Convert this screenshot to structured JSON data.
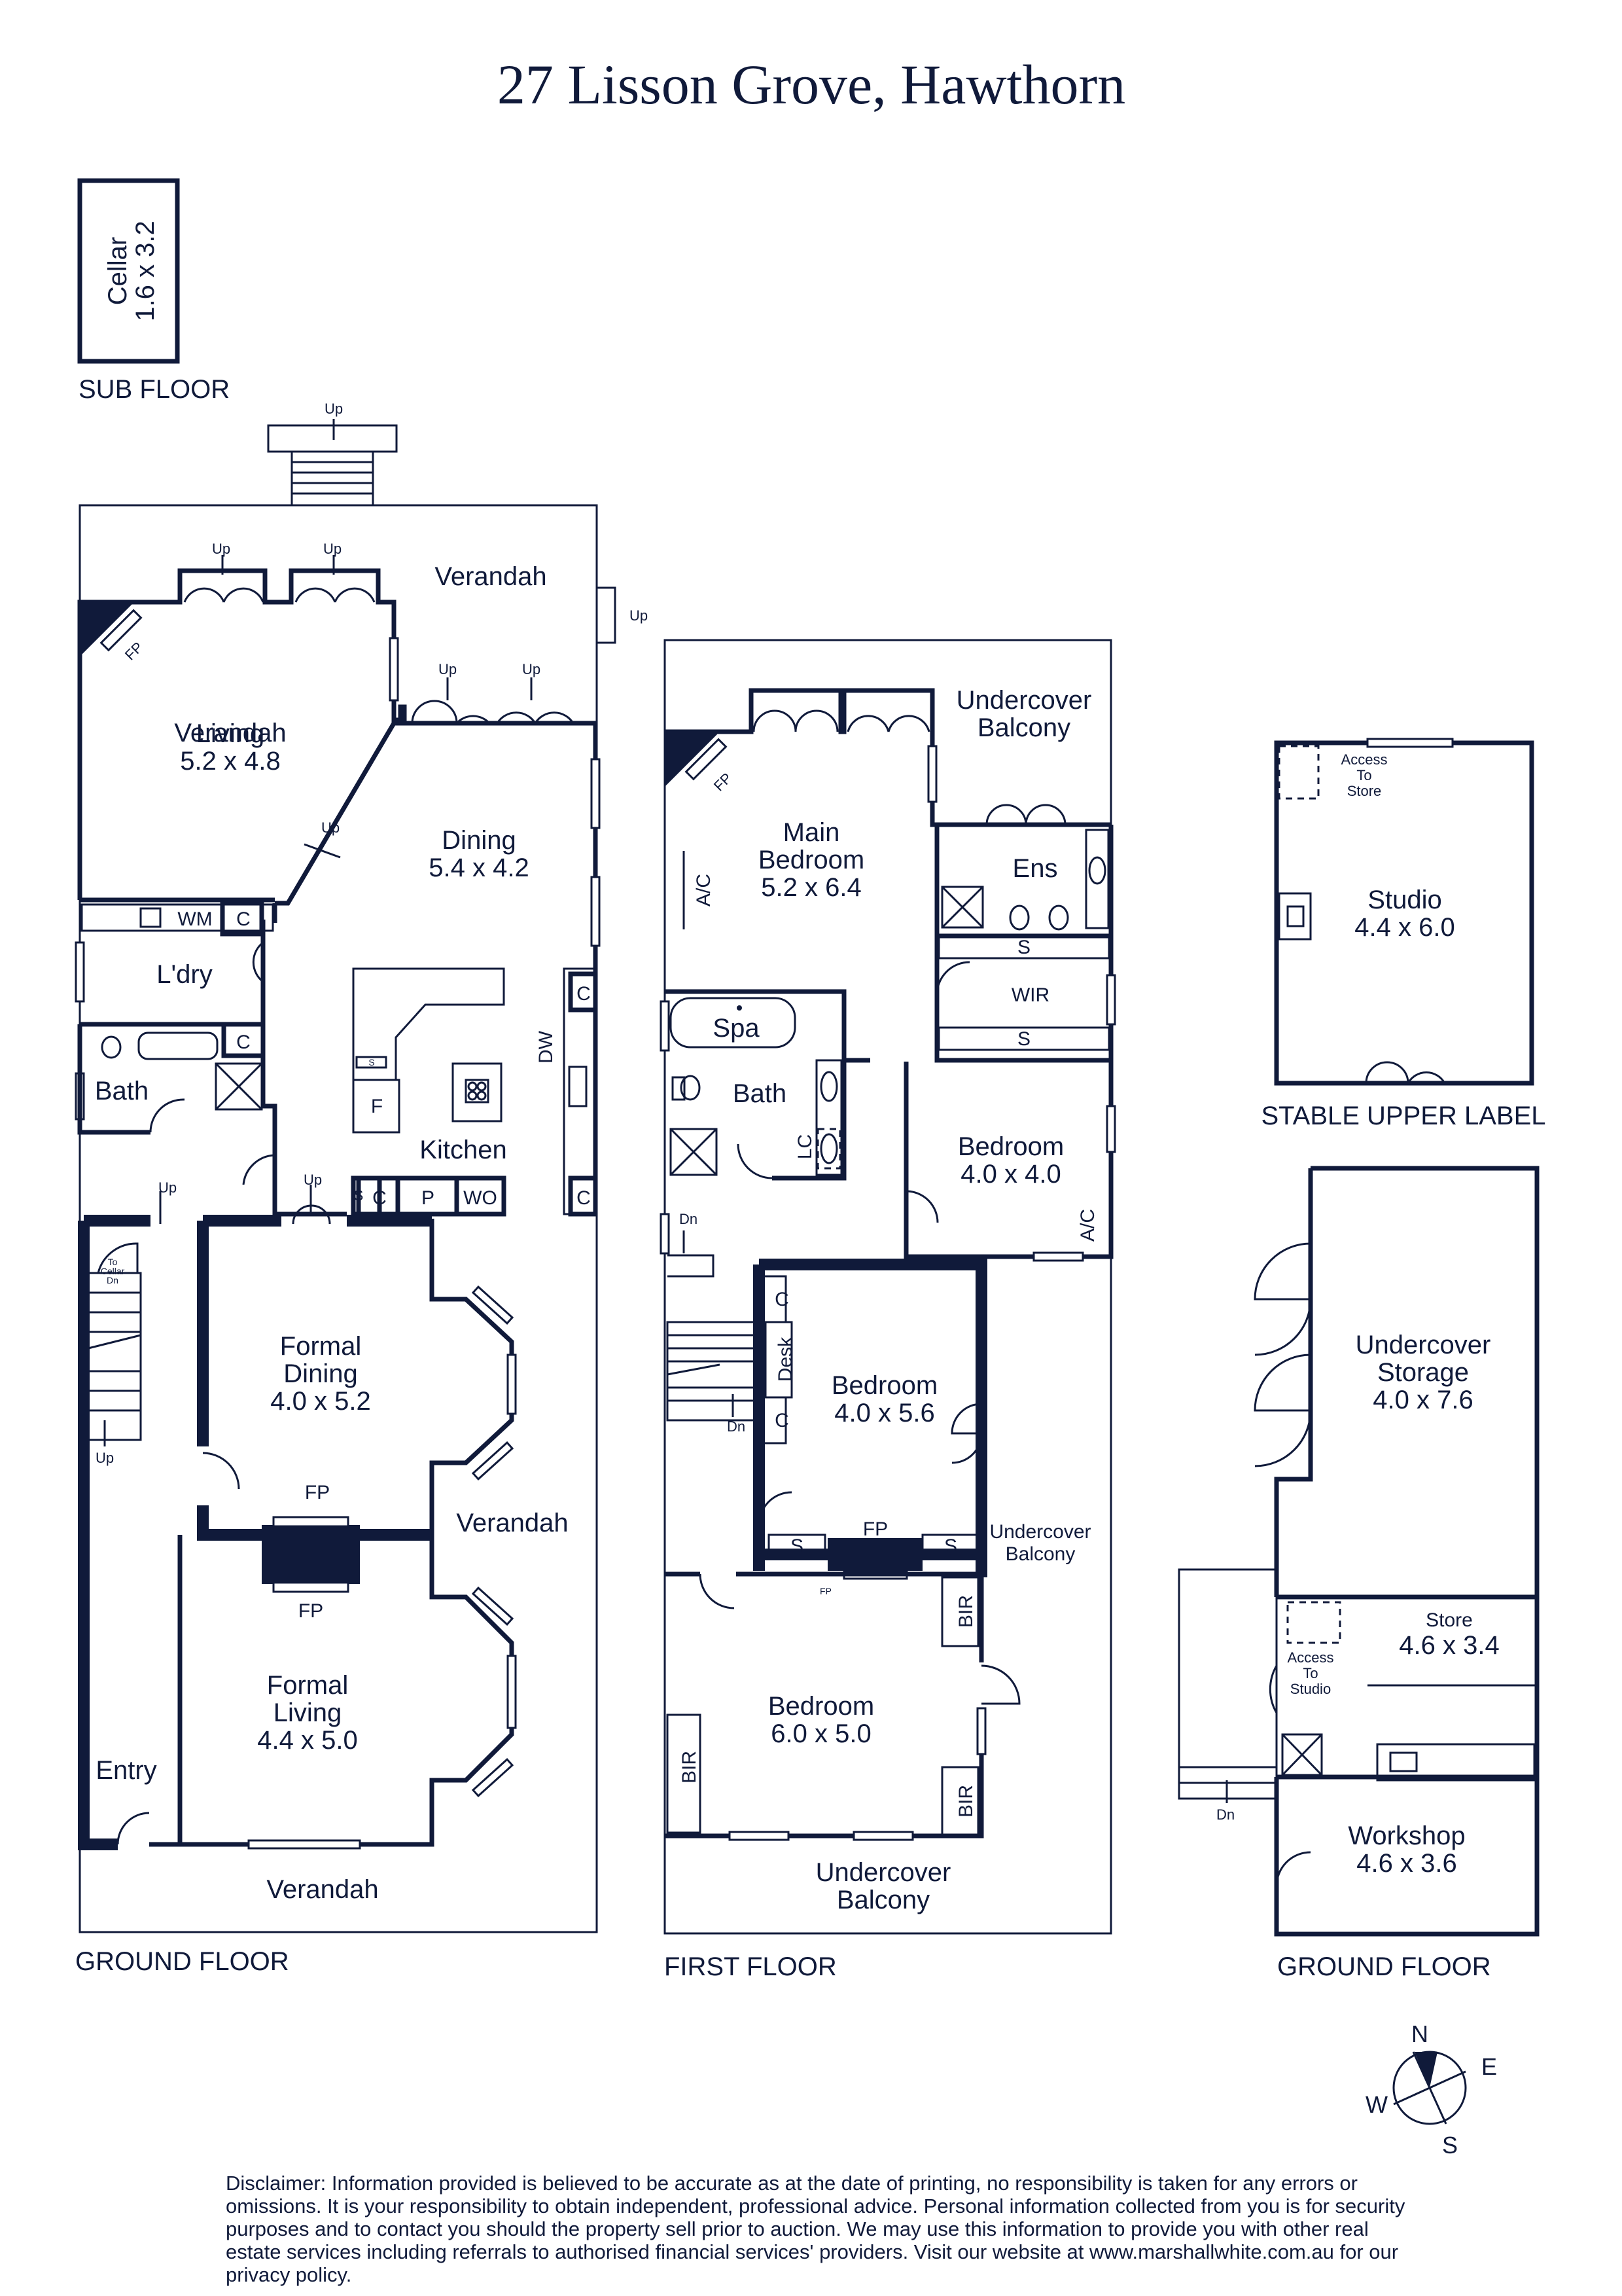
{
  "title": "27 Lisson Grove, Hawthorn",
  "floors": {
    "sub": "SUB FLOOR",
    "ground": "GROUND FLOOR",
    "first": "FIRST FLOOR",
    "ground_out": "GROUND FLOOR",
    "stable_upper": "STABLE UPPER LABEL"
  },
  "sub_floor": {
    "cellar_name": "Cellar",
    "cellar_dims": "1.6 x 3.2"
  },
  "ground": {
    "living": {
      "name": "Living",
      "dims": "5.2 x 4.8"
    },
    "dining": {
      "name": "Dining",
      "dims": "5.4 x 4.2"
    },
    "verandah": "Verandah",
    "verandah_side": "Verandah",
    "verandah_front": "Verandah",
    "laundry": "L'dry",
    "wm": "WM",
    "kitchen": "Kitchen",
    "bath": "Bath",
    "formal_dining": {
      "line1": "Formal",
      "line2": "Dining",
      "dims": "4.0 x 5.2"
    },
    "formal_living": {
      "line1": "Formal",
      "line2": "Living",
      "dims": "4.4 x 5.0"
    },
    "entry": "Entry",
    "fp": "FP",
    "c": "C",
    "p": "P",
    "wo": "WO",
    "dw": "DW",
    "f": "F",
    "s": "S",
    "up": "Up",
    "to_cellar": {
      "l1": "To",
      "l2": "Cellar",
      "l3": "Dn"
    }
  },
  "first": {
    "undercover_balcony_top": {
      "l1": "Undercover",
      "l2": "Balcony"
    },
    "main_bedroom": {
      "l1": "Main",
      "l2": "Bedroom",
      "dims": "5.2 x 6.4"
    },
    "ens": "Ens",
    "wir": "WIR",
    "spa": "Spa",
    "bath": "Bath",
    "lc": "LC",
    "ac": "A/C",
    "bedroom2": {
      "name": "Bedroom",
      "dims": "4.0 x 4.0"
    },
    "bedroom3": {
      "name": "Bedroom",
      "dims": "4.0 x 5.6"
    },
    "bedroom4": {
      "name": "Bedroom",
      "dims": "6.0 x 5.0"
    },
    "desk": "Desk",
    "bir": "BIR",
    "undercover_balcony_side": {
      "l1": "Undercover",
      "l2": "Balcony"
    },
    "undercover_balcony_bottom": {
      "l1": "Undercover",
      "l2": "Balcony"
    },
    "dn": "Dn"
  },
  "outbuilding": {
    "studio": {
      "name": "Studio",
      "dims": "4.4 x 6.0"
    },
    "access_store": {
      "l1": "Access",
      "l2": "To",
      "l3": "Store"
    },
    "storage": {
      "l1": "Undercover",
      "l2": "Storage",
      "dims": "4.0 x 7.6"
    },
    "store": {
      "name": "Store",
      "dims": "4.6 x 3.4"
    },
    "access_studio": {
      "l1": "Access",
      "l2": "To",
      "l3": "Studio"
    },
    "workshop": {
      "name": "Workshop",
      "dims": "4.6 x 3.6"
    },
    "dn": "Dn"
  },
  "compass": {
    "n": "N",
    "e": "E",
    "s": "S",
    "w": "W"
  },
  "disclaimer": "Disclaimer: Information provided is believed to be accurate as at the date of printing, no responsibility is taken for any errors or omissions. It is your responsibility to obtain independent, professional advice. Personal information collected from you is for security purposes and to contact you should the property sell prior to auction. We may use this information to provide you with other real estate services including referrals to authorised financial services' providers. Visit our website at www.marshallwhite.com.au for our privacy policy.",
  "colors": {
    "ink": "#101a3a",
    "paper": "#ffffff"
  }
}
